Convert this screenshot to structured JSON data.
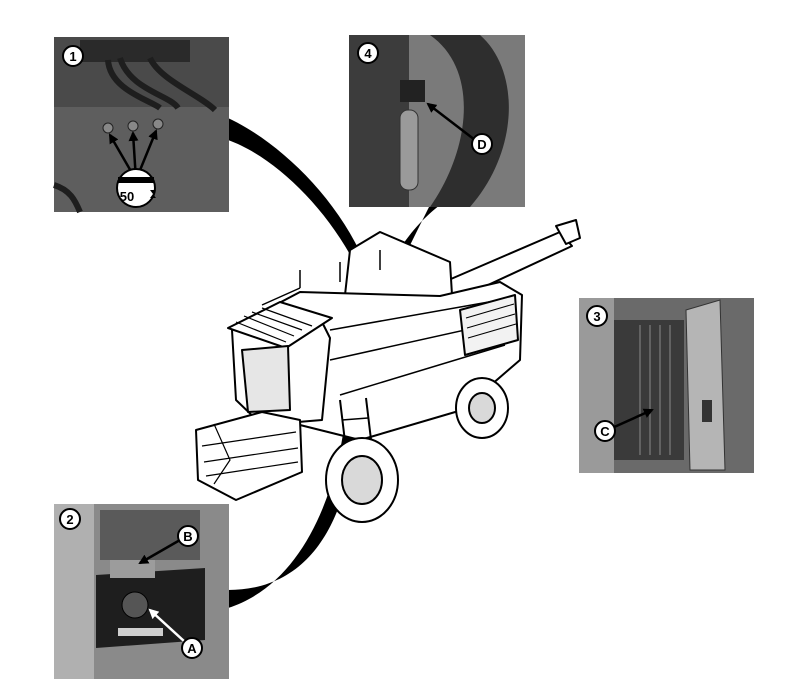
{
  "panels": {
    "p1": {
      "number": "1",
      "badge_value": "50"
    },
    "p2": {
      "number": "2",
      "callouts": [
        "B",
        "A"
      ]
    },
    "p3": {
      "number": "3",
      "callouts": [
        "C"
      ]
    },
    "p4": {
      "number": "4",
      "callouts": [
        "D"
      ]
    }
  },
  "colors": {
    "photo_dark": "#3a3a3a",
    "photo_mid": "#6e6e6e",
    "photo_light": "#a8a8a8",
    "leader": "#000000",
    "background": "#ffffff"
  }
}
